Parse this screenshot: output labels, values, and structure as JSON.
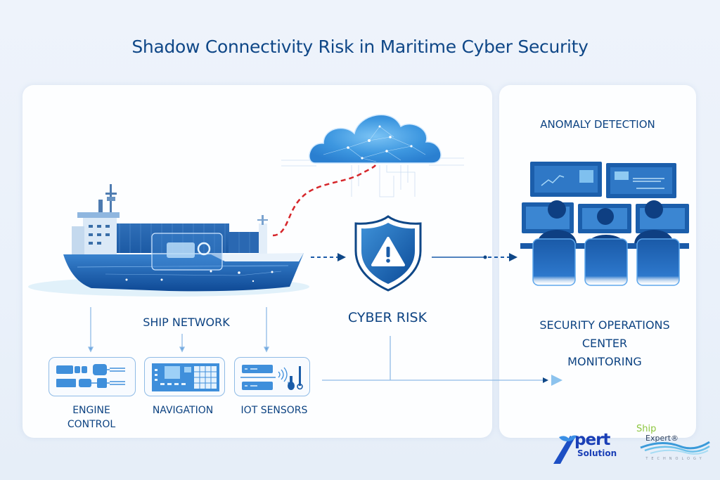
{
  "title": "Shadow Connectivity Risk in Maritime Cyber Security",
  "left_panel": {
    "ship_network_label": "SHIP NETWORK",
    "cyber_risk_label": "CYBER RISK",
    "subsystems": [
      {
        "label_line1": "ENGINE",
        "label_line2": "CONTROL",
        "icon": "engine-control-icon"
      },
      {
        "label_line1": "NAVIGATION",
        "label_line2": "",
        "icon": "navigation-console-icon"
      },
      {
        "label_line1": "IOT SENSORS",
        "label_line2": "",
        "icon": "iot-sensors-icon"
      }
    ]
  },
  "right_panel": {
    "anomaly_label": "ANOMALY DETECTION",
    "soc_line1": "SECURITY OPERATIONS",
    "soc_line2": "CENTER",
    "soc_line3": "MONITORING"
  },
  "logos": {
    "xpert_main": "pert",
    "xpert_sub": "Solution",
    "shipexpert_line1": "Ship",
    "shipexpert_line2": "Expert®",
    "shipexpert_tagline": "TECHNOLOGY"
  },
  "colors": {
    "primary": "#0f4787",
    "accent": "#1f6fc0",
    "light_accent": "#8fbbe6",
    "risk_path": "#d6262b",
    "background": "#eef3fb"
  }
}
